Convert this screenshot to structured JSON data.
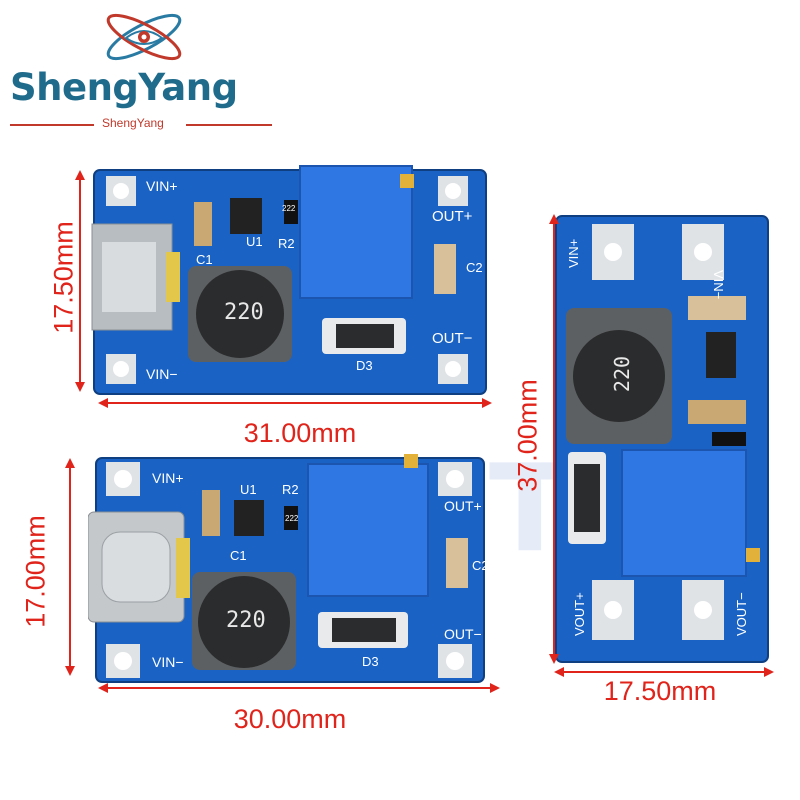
{
  "brand": {
    "name": "ShengYang",
    "sub": "ShengYang",
    "colors": {
      "text": "#1f6b8c",
      "accent": "#c0392b"
    }
  },
  "watermark": "TZT",
  "boards": {
    "top": {
      "labels": {
        "vin_plus": "VIN+",
        "vin_minus": "VIN−",
        "out_plus": "OUT+",
        "out_minus": "OUT−",
        "c1": "C1",
        "u1": "U1",
        "r2": "R2",
        "c2": "C2",
        "d3": "D3",
        "r22": "222"
      },
      "inductor": "220",
      "dim_width": "31.00mm",
      "dim_height": "17.50mm"
    },
    "bottom": {
      "labels": {
        "vin_plus": "VIN+",
        "vin_minus": "VIN−",
        "out_plus": "OUT+",
        "out_minus": "OUT−",
        "c1": "C1",
        "u1": "U1",
        "r2": "R2",
        "c2": "C2",
        "d3": "D3",
        "r22": "222"
      },
      "inductor": "220",
      "dim_width": "30.00mm",
      "dim_height": "17.00mm"
    },
    "right": {
      "labels": {
        "vin_plus": "VIN+",
        "vin_minus": "VIN−",
        "vout_plus": "VOUT+",
        "vout_minus": "VOUT−"
      },
      "inductor": "220",
      "dim_width": "17.50mm",
      "dim_height": "37.00mm"
    }
  },
  "colors": {
    "pcb": "#1a63c4",
    "pcb_dark": "#124d9c",
    "pad": "#dfe3e6",
    "dimension": "#e0241b"
  }
}
